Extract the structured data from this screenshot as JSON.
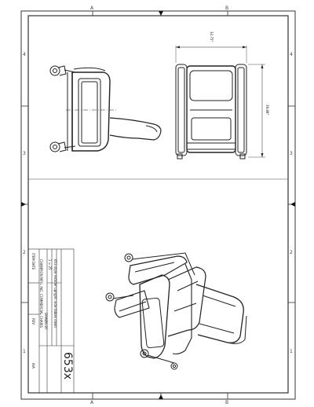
{
  "drawing": {
    "part_number": "653x",
    "description": "653 style recliner upright: side tables down",
    "title_line": "CHAMPION MFG. INC. COMMERCIAL CHAIRS",
    "scale_label": "1 = 25",
    "drawn_label": "DRAWN BY",
    "date_label": "ITEM DATE",
    "rev_label": "REV",
    "sheet_label": "A/A"
  },
  "dimensions": {
    "width": "32.75\"",
    "height": "39.88\""
  },
  "zones": {
    "top": [
      "A",
      "B"
    ],
    "bottom": [
      "A",
      "B"
    ],
    "left": [
      "4",
      "3",
      "2",
      "1"
    ],
    "right": [
      "4",
      "3",
      "2",
      "1"
    ]
  }
}
